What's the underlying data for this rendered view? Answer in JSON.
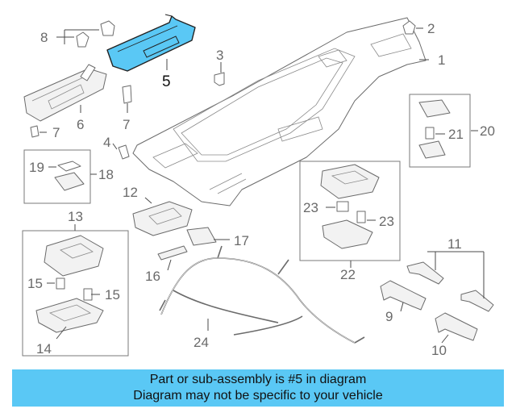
{
  "diagram": {
    "callouts": {
      "c1": "1",
      "c2": "2",
      "c3": "3",
      "c4": "4",
      "c5": "5",
      "c6": "6",
      "c7a": "7",
      "c7b": "7",
      "c8": "8",
      "c9": "9",
      "c10": "10",
      "c11": "11",
      "c12": "12",
      "c13": "13",
      "c14": "14",
      "c15a": "15",
      "c15b": "15",
      "c16": "16",
      "c17": "17",
      "c18": "18",
      "c19": "19",
      "c20": "20",
      "c21": "21",
      "c22": "22",
      "c23a": "23",
      "c23b": "23",
      "c24": "24"
    },
    "highlight_color": "#5ac8f5",
    "highlighted_part": "5"
  },
  "banner": {
    "line1": "Part or sub-assembly is #5 in diagram",
    "line2": "Diagram may not be specific to your vehicle",
    "background": "#5ac8f5"
  }
}
